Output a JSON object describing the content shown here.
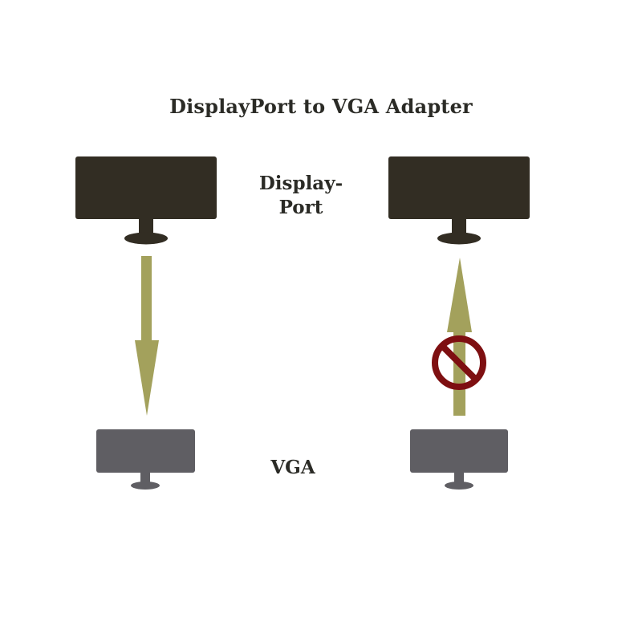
{
  "title": "DisplayPort to VGA Adapter",
  "labels": {
    "displayport_line1": "Display-",
    "displayport_line2": "Port",
    "vga": "VGA"
  },
  "colors": {
    "displayport_monitor": "#322d23",
    "vga_monitor": "#5f5e63",
    "arrow": "#a3a15c",
    "prohibited_sign": "#7e0f11"
  },
  "icons": [
    "monitor-icon",
    "arrow-down-icon",
    "arrow-up-icon",
    "prohibited-icon"
  ]
}
